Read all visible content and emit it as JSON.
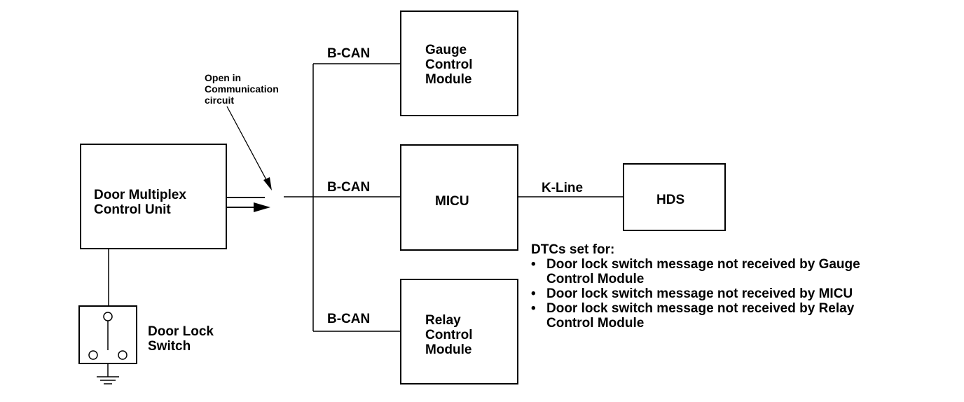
{
  "boxes": {
    "door_multiplex": {
      "line1": "Door Multiplex",
      "line2": "Control Unit"
    },
    "gauge": {
      "line1": "Gauge",
      "line2": "Control",
      "line3": "Module"
    },
    "micu": {
      "line1": "MICU"
    },
    "relay": {
      "line1": "Relay",
      "line2": "Control",
      "line3": "Module"
    },
    "hds": {
      "line1": "HDS"
    }
  },
  "labels": {
    "bcan_top": "B-CAN",
    "bcan_mid": "B-CAN",
    "bcan_bottom": "B-CAN",
    "kline": "K-Line",
    "door_lock_switch_1": "Door Lock",
    "door_lock_switch_2": "Switch",
    "open_annotation_1": "Open in",
    "open_annotation_2": "Communication",
    "open_annotation_3": "circuit"
  },
  "dtc": {
    "heading": "DTCs set for:",
    "items": [
      {
        "line1": "Door lock switch message not received by Gauge",
        "line2": "Control Module"
      },
      {
        "line1": "Door lock switch message not received by MICU",
        "line2": ""
      },
      {
        "line1": "Door lock switch message not received by Relay",
        "line2": "Control Module"
      }
    ],
    "bullet": "•"
  }
}
